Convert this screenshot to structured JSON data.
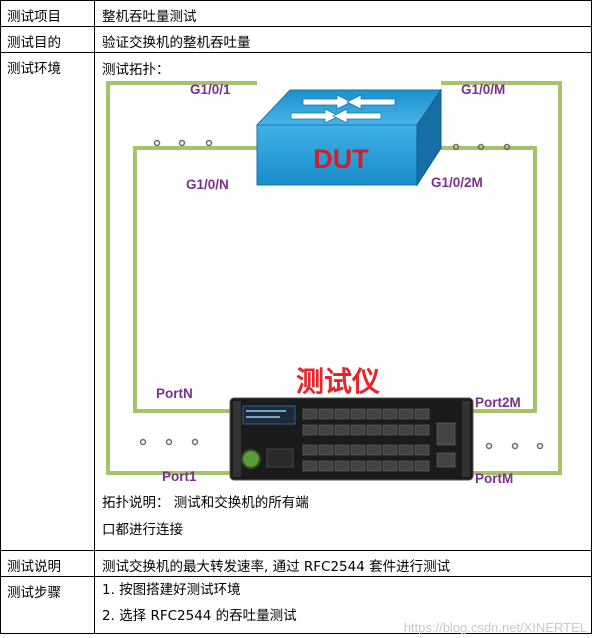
{
  "rows": {
    "item": {
      "label": "测试项目",
      "value": "整机吞吐量测试"
    },
    "goal": {
      "label": "测试目的",
      "value": "验证交换机的整机吞吐量"
    },
    "env": {
      "label": "测试环境",
      "title": "测试拓扑：",
      "note_line1": "拓扑说明：  测试和交换机的所有端",
      "note_line2": "口都进行连接"
    },
    "desc": {
      "label": "测试说明",
      "value": "测试交换机的最大转发速率, 通过 RFC2544 套件进行测试"
    },
    "steps": {
      "label": "测试步骤",
      "items": [
        "1.  按图搭建好测试环境",
        "2.  选择 RFC2544 的吞吐量测试"
      ]
    }
  },
  "diagram": {
    "switch_label": "DUT",
    "tester_label": "测试仪",
    "ports": {
      "g1": "G1/0/1",
      "gm": "G1/0/M",
      "gn": "G1/0/N",
      "g2m": "G1/0/2M",
      "p1": "Port1",
      "pn": "PortN",
      "p2m": "Port2M",
      "pm": "PortM"
    },
    "colors": {
      "link": "#a6c26a",
      "port_label": "#7b2f8e",
      "tester_label": "#e8242a",
      "dut_label": "#d31f26",
      "switch_blue": "#2aa6dd"
    }
  },
  "watermark": "https://blog.csdn.net/XINERTEL"
}
